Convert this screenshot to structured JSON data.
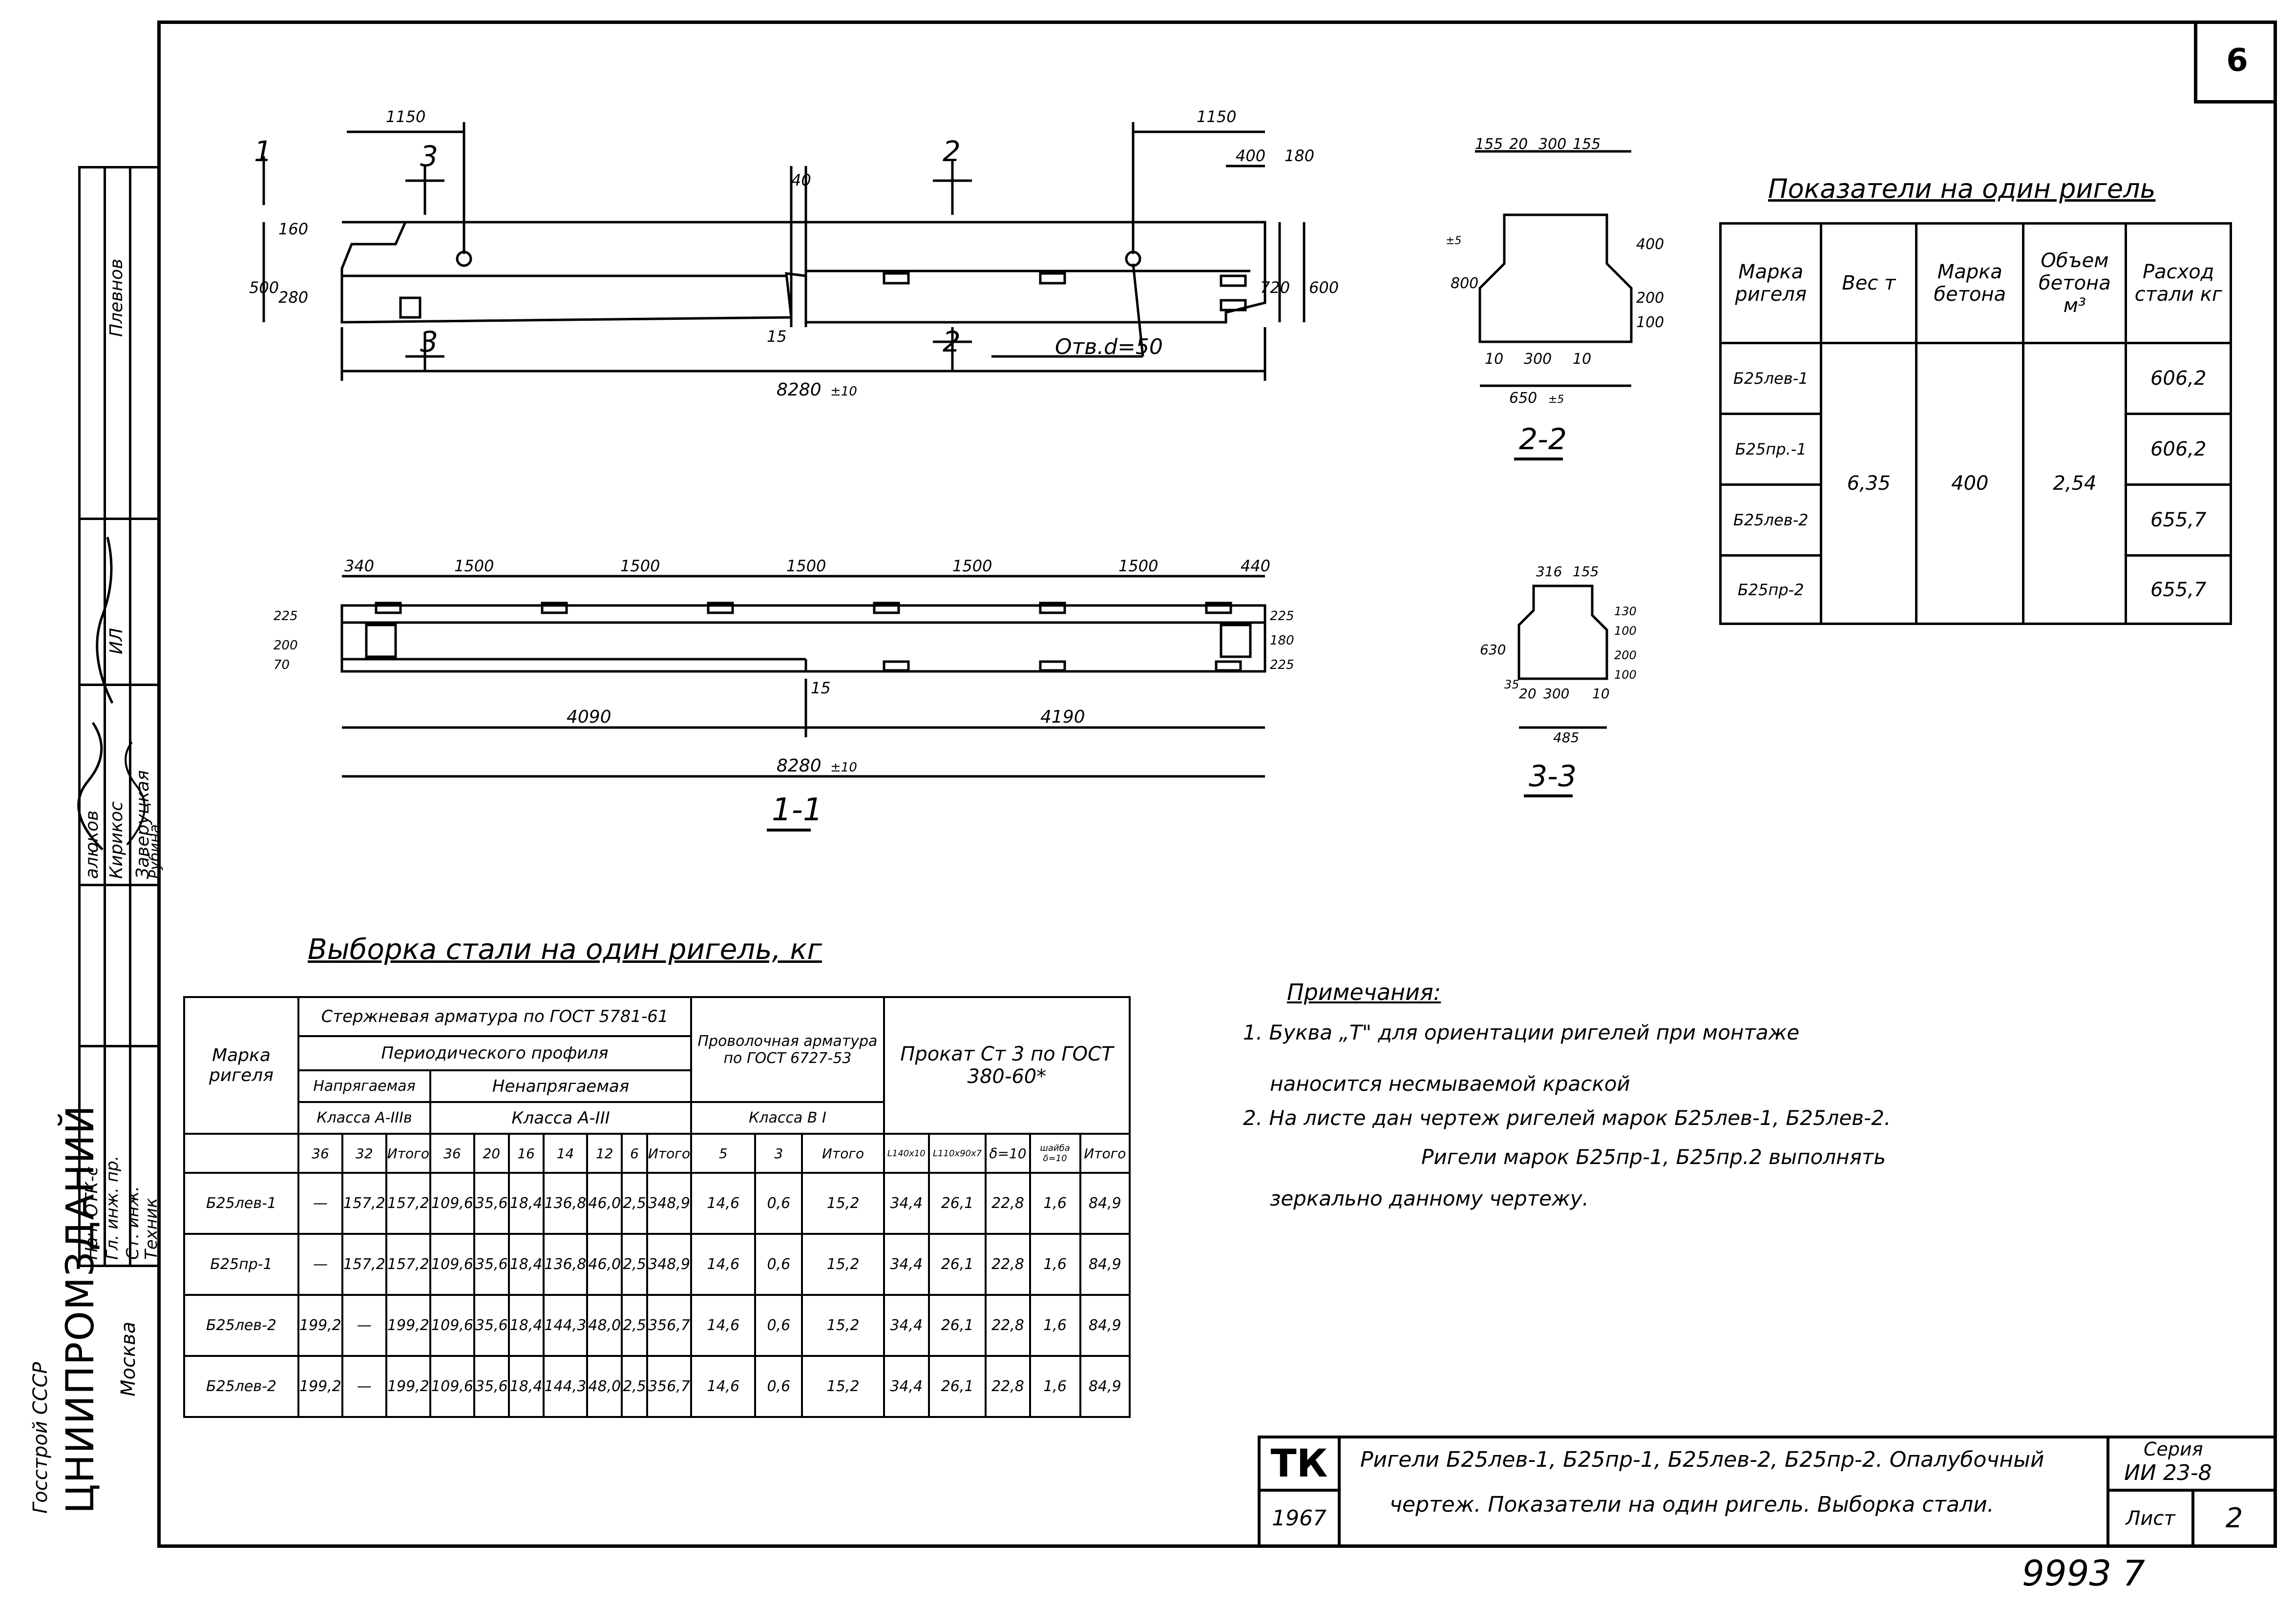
{
  "page": {
    "sheet_corner_number": "6",
    "stamp_number": "9993 7"
  },
  "left_strip": {
    "org_line1": "Госстрой СССР",
    "org_line2": "ЦНИИПРОМЗДАНИЙ",
    "org_city": "Москва",
    "roles": [
      "Нач. ОТК-с",
      "Гл. инж. пр.",
      "Ст. инж.",
      "Техник"
    ],
    "names": [
      "алюков",
      "Кирикос",
      "Заверуцкая",
      "Рубина"
    ],
    "role_top": "ИЛ",
    "name_top": "Плевнов"
  },
  "drawing": {
    "elevation": {
      "dim_left_1150": "1150",
      "dim_right_1150": "1150",
      "dim_400": "400",
      "dim_180": "180",
      "dim_40": "40",
      "dim_15": "15",
      "dim_500": "500",
      "dim_280": "280",
      "dim_160": "160",
      "dim_720": "720",
      "dim_600": "600",
      "dim_total": "8280",
      "tol_total": "±10",
      "hole_label": "Отв.d=50",
      "cut1_label": "1",
      "cut2_label": "2",
      "cut3_label": "3"
    },
    "plan": {
      "dims_top": [
        "340",
        "1500",
        "1500",
        "1500",
        "1500",
        "1500",
        "440"
      ],
      "dim_left": "4090",
      "dim_right": "4190",
      "dim_15": "15",
      "dim_total": "8280",
      "tol_total": "±10",
      "left_dims": [
        "70",
        "200",
        "225"
      ],
      "right_dims": [
        "225",
        "180",
        "225"
      ],
      "view_label": "1-1"
    },
    "section_2_2": {
      "top_dims": [
        "155",
        "20",
        "300",
        "155"
      ],
      "bottom_dims": [
        "10",
        "300",
        "10"
      ],
      "width": "650",
      "width_tol": "±5",
      "height": "800",
      "height_tol": "±5",
      "right_dims": [
        "400",
        "200",
        "100"
      ],
      "label": "2-2"
    },
    "section_3_3": {
      "top_dims": [
        "316",
        "155"
      ],
      "bottom_dims": [
        "20",
        "300",
        "10"
      ],
      "width": "485",
      "height": "630",
      "right_dims": [
        "130",
        "100",
        "200",
        "100"
      ],
      "side_dim": "35",
      "label": "3-3"
    }
  },
  "indicators": {
    "title": "Показатели на один ригель",
    "headers": [
      "Марка ригеля",
      "Вес т",
      "Марка бетона",
      "Объем бетона м³",
      "Расход стали кг"
    ],
    "rows": [
      {
        "mark": "Б25лев-1",
        "steel": "606,2"
      },
      {
        "mark": "Б25пр.-1",
        "steel": "606,2"
      },
      {
        "mark": "Б25лев-2",
        "steel": "655,7"
      },
      {
        "mark": "Б25пр-2",
        "steel": "655,7"
      }
    ],
    "weight": "6,35",
    "concrete_grade": "400",
    "concrete_volume": "2,54"
  },
  "steel_table": {
    "title": "Выборка стали на один ригель, кг",
    "h_rod": "Стержневая арматура по ГОСТ 5781-61",
    "h_periodic": "Периодического профиля",
    "h_prestressed": "Напрягаемая",
    "h_class_prestressed": "Класса А-IIIв",
    "h_nonprestressed": "Ненапрягаемая",
    "h_class_non": "Класса А-III",
    "h_wire": "Проволочная арматура по ГОСТ 6727-53",
    "h_wire_class": "Класса В I",
    "h_rolled": "Прокат Ст 3 по ГОСТ 380-60*",
    "h_mark": "Марка ригеля",
    "cols": [
      "36",
      "32",
      "Итого",
      "36",
      "20",
      "16",
      "14",
      "12",
      "6",
      "Итого",
      "5",
      "3",
      "Итого",
      "L140х10",
      "L110х90х7",
      "δ=10",
      "шайба δ=10",
      "Итого"
    ],
    "rows": [
      [
        "Б25лев-1",
        "—",
        "157,2",
        "157,2",
        "109,6",
        "35,6",
        "18,4",
        "136,8",
        "46,0",
        "2,5",
        "348,9",
        "14,6",
        "0,6",
        "15,2",
        "34,4",
        "26,1",
        "22,8",
        "1,6",
        "84,9"
      ],
      [
        "Б25пр-1",
        "—",
        "157,2",
        "157,2",
        "109,6",
        "35,6",
        "18,4",
        "136,8",
        "46,0",
        "2,5",
        "348,9",
        "14,6",
        "0,6",
        "15,2",
        "34,4",
        "26,1",
        "22,8",
        "1,6",
        "84,9"
      ],
      [
        "Б25лев-2",
        "199,2",
        "—",
        "199,2",
        "109,6",
        "35,6",
        "18,4",
        "144,3",
        "48,0",
        "2,5",
        "356,7",
        "14,6",
        "0,6",
        "15,2",
        "34,4",
        "26,1",
        "22,8",
        "1,6",
        "84,9"
      ],
      [
        "Б25лев-2",
        "199,2",
        "—",
        "199,2",
        "109,6",
        "35,6",
        "18,4",
        "144,3",
        "48,0",
        "2,5",
        "356,7",
        "14,6",
        "0,6",
        "15,2",
        "34,4",
        "26,1",
        "22,8",
        "1,6",
        "84,9"
      ]
    ]
  },
  "notes": {
    "heading": "Примечания:",
    "n1a": "1. Буква „Т\" для ориентации ригелей при монтаже",
    "n1b": "наносится несмываемой краской",
    "n2a": "2. На листе дан чертеж ригелей марок Б25лев-1, Б25лев-2.",
    "n2b": "Ригели марок Б25пр-1, Б25пр.2 выполнять",
    "n2c": "зеркально данному чертежу."
  },
  "title_block": {
    "code": "ТК",
    "year": "1967",
    "desc1": "Ригели Б25лев-1, Б25пр-1, Б25лев-2, Б25пр-2. Опалубочный",
    "desc2": "чертеж. Показатели на один ригель. Выборка стали.",
    "series_label": "Серия",
    "series_value": "ИИ 23-8",
    "sheet_label": "Лист",
    "sheet_value": "2"
  }
}
